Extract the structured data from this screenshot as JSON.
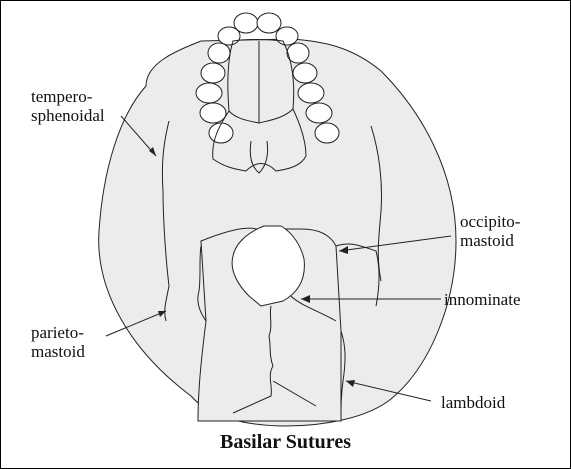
{
  "title": "Basilar Sutures",
  "labels": {
    "tempero_sphenoidal": [
      "tempero-",
      "sphenoidal"
    ],
    "occipito_mastoid": [
      "occipito-",
      "mastoid"
    ],
    "innominate": "innominate",
    "parieto_mastoid": [
      "parieto-",
      "mastoid"
    ],
    "lambdoid": "lambdoid"
  },
  "colors": {
    "skull_fill": "#ececec",
    "line": "#222222",
    "foramen": "#ffffff"
  }
}
